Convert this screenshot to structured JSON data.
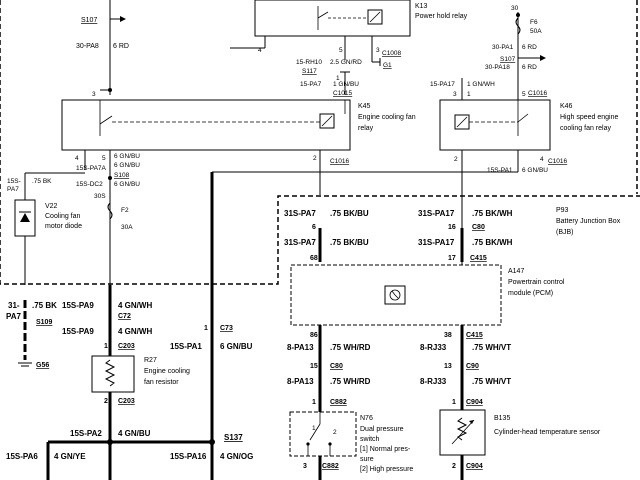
{
  "top_left": {
    "s107": "S107",
    "pa8_code": "30-PA8",
    "pa8_wire": "6 RD"
  },
  "k13": {
    "id": "K13",
    "name": "Power hold relay",
    "pin_left": "4",
    "pin_5": "5",
    "pin_3": "3",
    "conn": "C1008"
  },
  "center_top": {
    "rh10": "15-RH10",
    "rh10_wire": "2.5 GN/RD",
    "g1": "G1",
    "s117": "S117"
  },
  "fuse_f6": {
    "top": "30",
    "id": "F6",
    "rating": "50A"
  },
  "top_right": {
    "pa1_code": "30-PA1",
    "pa1_wire": "6 RD",
    "s107": "S107",
    "pa18_code": "30-PA18",
    "pa18_wire": "6 RD"
  },
  "k45": {
    "id": "K45",
    "name1": "Engine cooling fan",
    "name2": "relay",
    "pin_3": "3",
    "pin_1": "1",
    "pin_4": "4",
    "pin_5": "5",
    "pin_2": "2",
    "top_code": "15-PA7",
    "top_wire": "1 GN/BU",
    "top_conn": "C1015",
    "bot_conn": "C1016",
    "pin5_wire": "6 GN/BU"
  },
  "k46": {
    "id": "K46",
    "name1": "High speed engine",
    "name2": "cooling fan relay",
    "pin_3": "3",
    "pin_1": "1",
    "pin_5": "5",
    "pin_2": "2",
    "pin_4": "4",
    "top_code": "15-PA17",
    "top_wire": "1 GN/WH",
    "top_conn": "C1016",
    "bot_conn": "C1016",
    "bot_code": "15S-PA1",
    "bot_wire": "6 GN/BU"
  },
  "left_mid": {
    "pa7a_code": "15S-PA7A",
    "s108": "S108",
    "dc2_code": "15S-DC2",
    "dc2_wire": "6 GN/BU",
    "v22_code1": "15S-",
    "v22_code2": "PA7",
    "v22_wire": ".75 BK",
    "f2_top": "30S",
    "f2_id": "F2",
    "f2_rating": "30A"
  },
  "v22": {
    "id": "V22",
    "name1": "Cooling fan",
    "name2": "motor diode"
  },
  "p93": {
    "id": "P93",
    "name": "Battery Junction Box",
    "abbr": "(BJB)"
  },
  "bjb_rows": [
    {
      "code": "31S-PA7",
      "wire": ".75 BK/BU",
      "pin": "6",
      "code_r": "31S-PA17",
      "wire_r": ".75 BK/WH",
      "pin_r": "16",
      "conn_r": "C80"
    },
    {
      "code": "31S-PA7",
      "wire": ".75 BK/BU",
      "pin": "68",
      "code_r": "31S-PA17",
      "wire_r": ".75 BK/WH",
      "pin_r": "17",
      "conn_r": "C415"
    }
  ],
  "a147": {
    "id": "A147",
    "name1": "Powertrain control",
    "name2": "module (PCM)"
  },
  "pcm_rows": [
    {
      "pin": "86",
      "conn": "",
      "code": "8-PA13",
      "wire": ".75 WH/RD",
      "pin_r": "38",
      "conn_r": "C415",
      "code_r": "8-RJ33",
      "wire_r": ".75 WH/VT"
    },
    {
      "pin": "15",
      "conn": "C80",
      "code": "8-PA13",
      "wire": ".75 WH/RD",
      "pin_r": "13",
      "conn_r": "C90",
      "code_r": "8-RJ33",
      "wire_r": ".75 WH/VT"
    }
  ],
  "c882": {
    "pin": "1",
    "conn": "C882",
    "pin_bot": "3",
    "conn_bot": "C882"
  },
  "n76": {
    "id": "N76",
    "l1": "Dual pressure",
    "l2": "switch",
    "l3": "[1] Normal pres-",
    "l4": "sure",
    "l5": "[2] High pressure",
    "sw1": "1",
    "sw2": "2"
  },
  "c904": {
    "pin": "1",
    "conn": "C904",
    "pin_bot": "2",
    "conn_bot": "C904"
  },
  "b135": {
    "id": "B135",
    "name": "Cylinder-head temperature sensor"
  },
  "left_bot": {
    "code31": "31-",
    "code31b": "PA7",
    "wire31": ".75 BK",
    "s109": "S109",
    "g56": "G56",
    "pa9_code": "15S-PA9",
    "pa9_wire": "4 GN/WH",
    "c72": "C72",
    "pa9_code2": "15S-PA9",
    "pa9_wire2": "4 GN/WH",
    "pin1": "1",
    "c203": "C203",
    "pa1_code": "15S-PA1",
    "pa1_wire": "6 GN/BU",
    "c73_pin": "1",
    "c73": "C73"
  },
  "r27": {
    "id": "R27",
    "name1": "Engine cooling",
    "name2": "fan resistor",
    "pin2": "2",
    "conn": "C203"
  },
  "bottom": {
    "pa2_code": "15S-PA2",
    "pa2_wire": "4 GN/BU",
    "s137": "S137",
    "pa6_code": "15S-PA6",
    "pa6_wire": "4 GN/YE",
    "pa16_code": "15S-PA16",
    "pa16_wire": "4 GN/OG"
  }
}
